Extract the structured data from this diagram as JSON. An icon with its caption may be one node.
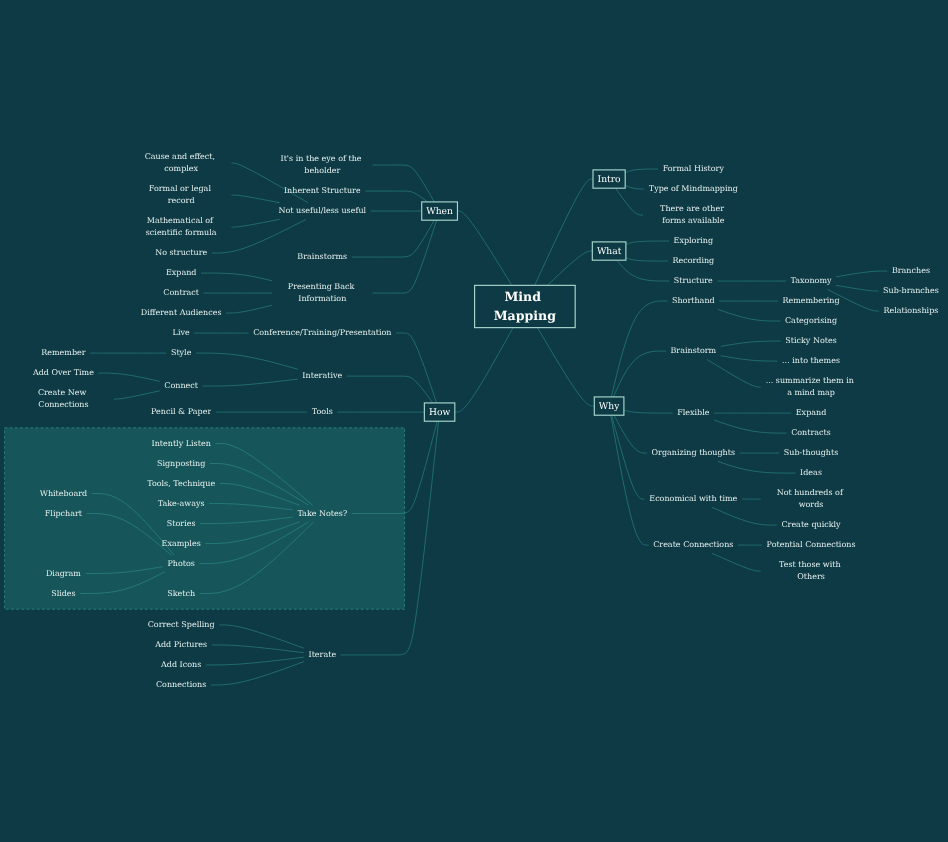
{
  "diagram": {
    "nodes": [
      {
        "text": [
          "Mind Mapping"
        ]
      },
      {
        "text": [
          "When"
        ]
      },
      {
        "text": [
          "It's in the eye of the beholder"
        ]
      },
      {
        "text": [
          "Inherent Structure"
        ]
      },
      {
        "text": [
          "Not useful/less useful"
        ]
      },
      {
        "text": [
          "Cause and effect, complex"
        ]
      },
      {
        "text": [
          "Formal or legal record"
        ]
      },
      {
        "text": [
          "Mathematical of scientific formula"
        ]
      },
      {
        "text": [
          "No structure"
        ]
      },
      {
        "text": [
          "Brainstorms"
        ]
      },
      {
        "text": [
          "Presenting Back Information"
        ]
      },
      {
        "text": [
          "Expand"
        ]
      },
      {
        "text": [
          "Contract"
        ]
      },
      {
        "text": [
          "Different Audiences"
        ]
      },
      {
        "text": [
          "How"
        ]
      },
      {
        "text": [
          "Conference/Training/Presentation"
        ]
      },
      {
        "text": [
          "Live"
        ]
      },
      {
        "text": [
          "Interative"
        ]
      },
      {
        "text": [
          "Style"
        ]
      },
      {
        "text": [
          "Remember"
        ]
      },
      {
        "text": [
          "Connect"
        ]
      },
      {
        "text": [
          "Add Over Time"
        ]
      },
      {
        "text": [
          "Create New Connections"
        ]
      },
      {
        "text": [
          "Tools"
        ]
      },
      {
        "text": [
          "Pencil & Paper"
        ]
      },
      {
        "text": [],
        "shape": "box"
      },
      {
        "text": [
          "Take Notes?"
        ],
        "in": 25
      },
      {
        "text": [
          "Intently Listen"
        ],
        "in": 25
      },
      {
        "text": [
          "Signposting"
        ],
        "in": 25
      },
      {
        "text": [
          "Tools, Technique"
        ],
        "in": 25
      },
      {
        "text": [
          "Take-aways"
        ],
        "in": 25
      },
      {
        "text": [
          "Stories"
        ],
        "in": 25
      },
      {
        "text": [
          "Examples"
        ],
        "in": 25
      },
      {
        "text": [
          "Photos"
        ],
        "in": 25
      },
      {
        "text": [
          "Whiteboard"
        ],
        "in": 25
      },
      {
        "text": [
          "Flipchart"
        ],
        "in": 25
      },
      {
        "text": [
          "Diagram"
        ],
        "in": 25
      },
      {
        "text": [
          "Slides"
        ],
        "in": 25
      },
      {
        "text": [
          "Sketch"
        ],
        "in": 25
      },
      {
        "text": [
          "Iterate"
        ]
      },
      {
        "text": [
          "Correct Spelling"
        ]
      },
      {
        "text": [
          "Add Pictures"
        ]
      },
      {
        "text": [
          "Add Icons"
        ]
      },
      {
        "text": [
          "Connections"
        ]
      },
      {
        "text": [
          "Intro"
        ]
      },
      {
        "text": [
          "Formal History"
        ]
      },
      {
        "text": [
          "Type of Mindmapping"
        ]
      },
      {
        "text": [
          "There are other forms available"
        ]
      },
      {
        "text": [
          "What"
        ]
      },
      {
        "text": [
          "Exploring"
        ]
      },
      {
        "text": [
          "Recording"
        ]
      },
      {
        "text": [
          "Structure"
        ]
      },
      {
        "text": [
          "Taxonomy"
        ]
      },
      {
        "text": [
          "Branches"
        ]
      },
      {
        "text": [
          "Sub-branches"
        ]
      },
      {
        "text": [
          "Relationships"
        ]
      },
      {
        "text": [
          "Why"
        ]
      },
      {
        "text": [
          "Shorthand"
        ]
      },
      {
        "text": [
          "Remembering"
        ]
      },
      {
        "text": [
          "Categorising"
        ]
      },
      {
        "text": [
          "Brainstorm"
        ]
      },
      {
        "text": [
          "Sticky Notes"
        ]
      },
      {
        "text": [
          "... into themes"
        ]
      },
      {
        "text": [
          "... summarize them in a mind map"
        ]
      },
      {
        "text": [
          "Flexible"
        ]
      },
      {
        "text": [
          "Expand"
        ]
      },
      {
        "text": [
          "Contracts"
        ]
      },
      {
        "text": [
          "Organizing thoughts"
        ]
      },
      {
        "text": [
          "Sub-thoughts"
        ]
      },
      {
        "text": [
          "Ideas"
        ]
      },
      {
        "text": [
          "Economical with time"
        ]
      },
      {
        "text": [
          "Not hundreds of words"
        ]
      },
      {
        "text": [
          "Create quickly"
        ]
      },
      {
        "text": [
          "Create Connections"
        ]
      },
      {
        "text": [
          "Potential Connections"
        ]
      },
      {
        "text": [
          "Test those with Others"
        ]
      }
    ],
    "edges": [
      {
        "from": 0,
        "to": 1,
        "arrow": "none"
      },
      {
        "from": 1,
        "to": 2,
        "arrow": "none"
      },
      {
        "from": 1,
        "to": 3,
        "arrow": "none"
      },
      {
        "from": 1,
        "to": 4,
        "arrow": "none"
      },
      {
        "from": 4,
        "to": 5,
        "arrow": "none"
      },
      {
        "from": 4,
        "to": 6,
        "arrow": "none"
      },
      {
        "from": 4,
        "to": 7,
        "arrow": "none"
      },
      {
        "from": 4,
        "to": 8,
        "arrow": "none"
      },
      {
        "from": 1,
        "to": 9,
        "arrow": "none"
      },
      {
        "from": 1,
        "to": 10,
        "arrow": "none"
      },
      {
        "from": 10,
        "to": 11,
        "arrow": "none"
      },
      {
        "from": 10,
        "to": 12,
        "arrow": "none"
      },
      {
        "from": 10,
        "to": 13,
        "arrow": "none"
      },
      {
        "from": 0,
        "to": 14,
        "arrow": "none"
      },
      {
        "from": 14,
        "to": 15,
        "arrow": "none"
      },
      {
        "from": 15,
        "to": 16,
        "arrow": "none"
      },
      {
        "from": 14,
        "to": 17,
        "arrow": "none"
      },
      {
        "from": 17,
        "to": 18,
        "arrow": "none"
      },
      {
        "from": 18,
        "to": 19,
        "arrow": "none"
      },
      {
        "from": 17,
        "to": 20,
        "arrow": "none"
      },
      {
        "from": 20,
        "to": 21,
        "arrow": "none"
      },
      {
        "from": 20,
        "to": 22,
        "arrow": "none"
      },
      {
        "from": 14,
        "to": 23,
        "arrow": "none"
      },
      {
        "from": 23,
        "to": 24,
        "arrow": "none"
      },
      {
        "from": 14,
        "to": 26,
        "arrow": "none"
      },
      {
        "from": 26,
        "to": 27,
        "arrow": "none"
      },
      {
        "from": 26,
        "to": 28,
        "arrow": "none"
      },
      {
        "from": 26,
        "to": 29,
        "arrow": "none"
      },
      {
        "from": 26,
        "to": 30,
        "arrow": "none"
      },
      {
        "from": 26,
        "to": 31,
        "arrow": "none"
      },
      {
        "from": 26,
        "to": 32,
        "arrow": "none"
      },
      {
        "from": 26,
        "to": 33,
        "arrow": "none"
      },
      {
        "from": 33,
        "to": 34,
        "arrow": "none"
      },
      {
        "from": 33,
        "to": 35,
        "arrow": "none"
      },
      {
        "from": 33,
        "to": 36,
        "arrow": "none"
      },
      {
        "from": 33,
        "to": 37,
        "arrow": "none"
      },
      {
        "from": 26,
        "to": 38,
        "arrow": "none"
      },
      {
        "from": 14,
        "to": 39,
        "arrow": "none"
      },
      {
        "from": 39,
        "to": 40,
        "arrow": "none"
      },
      {
        "from": 39,
        "to": 41,
        "arrow": "none"
      },
      {
        "from": 39,
        "to": 42,
        "arrow": "none"
      },
      {
        "from": 39,
        "to": 43,
        "arrow": "none"
      },
      {
        "from": 0,
        "to": 44,
        "arrow": "none"
      },
      {
        "from": 44,
        "to": 45,
        "arrow": "none"
      },
      {
        "from": 44,
        "to": 46,
        "arrow": "none"
      },
      {
        "from": 44,
        "to": 47,
        "arrow": "none"
      },
      {
        "from": 0,
        "to": 48,
        "arrow": "none"
      },
      {
        "from": 48,
        "to": 49,
        "arrow": "none"
      },
      {
        "from": 48,
        "to": 50,
        "arrow": "none"
      },
      {
        "from": 48,
        "to": 51,
        "arrow": "none"
      },
      {
        "from": 51,
        "to": 52,
        "arrow": "none"
      },
      {
        "from": 52,
        "to": 53,
        "arrow": "none"
      },
      {
        "from": 52,
        "to": 54,
        "arrow": "none"
      },
      {
        "from": 52,
        "to": 55,
        "arrow": "none"
      },
      {
        "from": 0,
        "to": 56,
        "arrow": "none"
      },
      {
        "from": 56,
        "to": 57,
        "arrow": "none"
      },
      {
        "from": 57,
        "to": 58,
        "arrow": "none"
      },
      {
        "from": 57,
        "to": 59,
        "arrow": "none"
      },
      {
        "from": 56,
        "to": 60,
        "arrow": "none"
      },
      {
        "from": 60,
        "to": 61,
        "arrow": "none"
      },
      {
        "from": 60,
        "to": 62,
        "arrow": "none"
      },
      {
        "from": 60,
        "to": 63,
        "arrow": "none"
      },
      {
        "from": 56,
        "to": 64,
        "arrow": "none"
      },
      {
        "from": 64,
        "to": 65,
        "arrow": "none"
      },
      {
        "from": 64,
        "to": 66,
        "arrow": "none"
      },
      {
        "from": 56,
        "to": 67,
        "arrow": "none"
      },
      {
        "from": 67,
        "to": 68,
        "arrow": "none"
      },
      {
        "from": 67,
        "to": 69,
        "arrow": "none"
      },
      {
        "from": 56,
        "to": 70,
        "arrow": "none"
      },
      {
        "from": 70,
        "to": 71,
        "arrow": "none"
      },
      {
        "from": 70,
        "to": 72,
        "arrow": "none"
      },
      {
        "from": 56,
        "to": 73,
        "arrow": "none"
      },
      {
        "from": 73,
        "to": 74,
        "arrow": "none"
      },
      {
        "from": 73,
        "to": 75,
        "arrow": "none"
      }
    ]
  }
}
